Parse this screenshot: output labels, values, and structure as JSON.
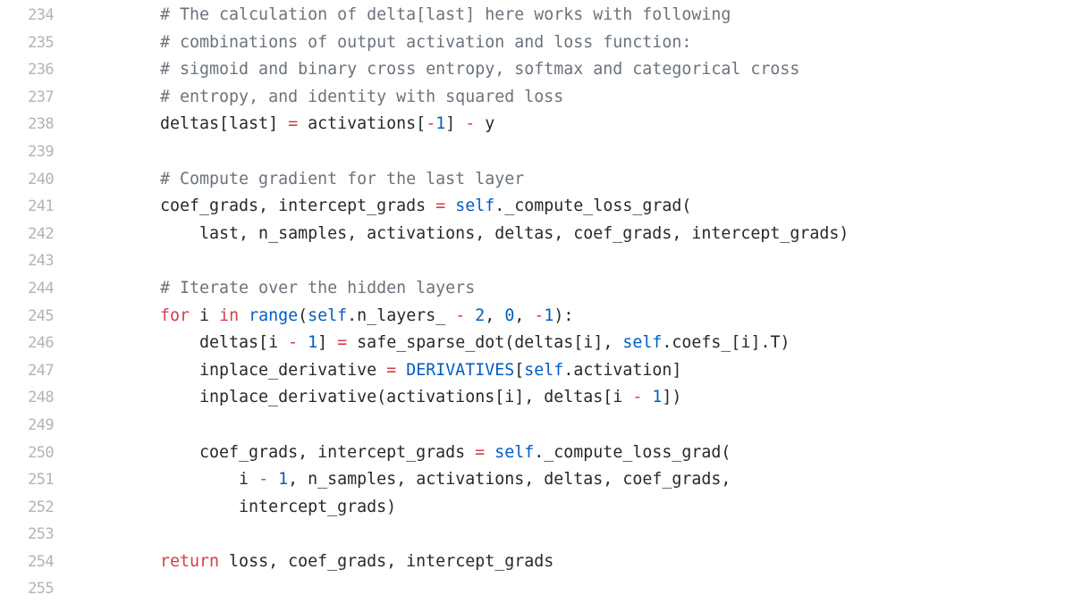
{
  "code_view": {
    "colors": {
      "comment": "#6a737d",
      "keyword": "#d73a49",
      "builtin": "#005cc5",
      "text": "#24292e",
      "line_number": "#b3b3b3"
    },
    "lines": [
      {
        "n": "234",
        "tokens": [
          {
            "c": "c",
            "t": "# The calculation of delta[last] here works with following"
          }
        ]
      },
      {
        "n": "235",
        "tokens": [
          {
            "c": "c",
            "t": "# combinations of output activation and loss function:"
          }
        ]
      },
      {
        "n": "236",
        "tokens": [
          {
            "c": "c",
            "t": "# sigmoid and binary cross entropy, softmax and categorical cross"
          }
        ]
      },
      {
        "n": "237",
        "tokens": [
          {
            "c": "c",
            "t": "# entropy, and identity with squared loss"
          }
        ]
      },
      {
        "n": "238",
        "tokens": [
          {
            "c": "t",
            "t": "deltas[last] "
          },
          {
            "c": "o",
            "t": "="
          },
          {
            "c": "t",
            "t": " activations["
          },
          {
            "c": "o",
            "t": "-"
          },
          {
            "c": "n",
            "t": "1"
          },
          {
            "c": "t",
            "t": "] "
          },
          {
            "c": "o",
            "t": "-"
          },
          {
            "c": "t",
            "t": " y"
          }
        ]
      },
      {
        "n": "239",
        "tokens": []
      },
      {
        "n": "240",
        "tokens": [
          {
            "c": "c",
            "t": "# Compute gradient for the last layer"
          }
        ]
      },
      {
        "n": "241",
        "tokens": [
          {
            "c": "t",
            "t": "coef_grads, intercept_grads "
          },
          {
            "c": "o",
            "t": "="
          },
          {
            "c": "t",
            "t": " "
          },
          {
            "c": "b",
            "t": "self"
          },
          {
            "c": "t",
            "t": "._compute_loss_grad("
          }
        ]
      },
      {
        "n": "242",
        "tokens": [
          {
            "c": "t",
            "t": "    last, n_samples, activations, deltas, coef_grads, intercept_grads)"
          }
        ]
      },
      {
        "n": "243",
        "tokens": []
      },
      {
        "n": "244",
        "tokens": [
          {
            "c": "c",
            "t": "# Iterate over the hidden layers"
          }
        ]
      },
      {
        "n": "245",
        "tokens": [
          {
            "c": "k",
            "t": "for"
          },
          {
            "c": "t",
            "t": " i "
          },
          {
            "c": "k",
            "t": "in"
          },
          {
            "c": "t",
            "t": " "
          },
          {
            "c": "b",
            "t": "range"
          },
          {
            "c": "t",
            "t": "("
          },
          {
            "c": "b",
            "t": "self"
          },
          {
            "c": "t",
            "t": ".n_layers_ "
          },
          {
            "c": "o",
            "t": "-"
          },
          {
            "c": "t",
            "t": " "
          },
          {
            "c": "n",
            "t": "2"
          },
          {
            "c": "t",
            "t": ", "
          },
          {
            "c": "n",
            "t": "0"
          },
          {
            "c": "t",
            "t": ", "
          },
          {
            "c": "o",
            "t": "-"
          },
          {
            "c": "n",
            "t": "1"
          },
          {
            "c": "t",
            "t": "):"
          }
        ]
      },
      {
        "n": "246",
        "tokens": [
          {
            "c": "t",
            "t": "    deltas[i "
          },
          {
            "c": "o",
            "t": "-"
          },
          {
            "c": "t",
            "t": " "
          },
          {
            "c": "n",
            "t": "1"
          },
          {
            "c": "t",
            "t": "] "
          },
          {
            "c": "o",
            "t": "="
          },
          {
            "c": "t",
            "t": " safe_sparse_dot(deltas[i], "
          },
          {
            "c": "b",
            "t": "self"
          },
          {
            "c": "t",
            "t": ".coefs_[i].T)"
          }
        ]
      },
      {
        "n": "247",
        "tokens": [
          {
            "c": "t",
            "t": "    inplace_derivative "
          },
          {
            "c": "o",
            "t": "="
          },
          {
            "c": "t",
            "t": " "
          },
          {
            "c": "b",
            "t": "DERIVATIVES"
          },
          {
            "c": "t",
            "t": "["
          },
          {
            "c": "b",
            "t": "self"
          },
          {
            "c": "t",
            "t": ".activation]"
          }
        ]
      },
      {
        "n": "248",
        "tokens": [
          {
            "c": "t",
            "t": "    inplace_derivative(activations[i], deltas[i "
          },
          {
            "c": "o",
            "t": "-"
          },
          {
            "c": "t",
            "t": " "
          },
          {
            "c": "n",
            "t": "1"
          },
          {
            "c": "t",
            "t": "])"
          }
        ]
      },
      {
        "n": "249",
        "tokens": []
      },
      {
        "n": "250",
        "tokens": [
          {
            "c": "t",
            "t": "    coef_grads, intercept_grads "
          },
          {
            "c": "o",
            "t": "="
          },
          {
            "c": "t",
            "t": " "
          },
          {
            "c": "b",
            "t": "self"
          },
          {
            "c": "t",
            "t": "._compute_loss_grad("
          }
        ]
      },
      {
        "n": "251",
        "tokens": [
          {
            "c": "t",
            "t": "        i "
          },
          {
            "c": "o",
            "t": "-"
          },
          {
            "c": "t",
            "t": " "
          },
          {
            "c": "n",
            "t": "1"
          },
          {
            "c": "t",
            "t": ", n_samples, activations, deltas, coef_grads,"
          }
        ]
      },
      {
        "n": "252",
        "tokens": [
          {
            "c": "t",
            "t": "        intercept_grads)"
          }
        ]
      },
      {
        "n": "253",
        "tokens": []
      },
      {
        "n": "254",
        "tokens": [
          {
            "c": "k",
            "t": "return"
          },
          {
            "c": "t",
            "t": " loss, coef_grads, intercept_grads"
          }
        ]
      },
      {
        "n": "255",
        "tokens": []
      }
    ]
  }
}
